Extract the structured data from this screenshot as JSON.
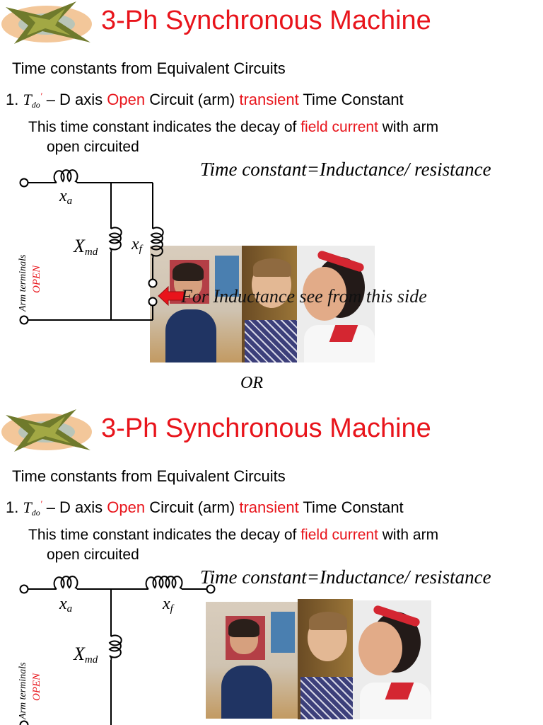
{
  "slides": [
    {
      "title": "3-Ph Synchronous Machine",
      "subtitle": "Time constants from Equivalent Circuits",
      "item": {
        "number": "1.",
        "symbol": "T",
        "symbol_sub": "do",
        "symbol_prime": "′",
        "dash_text": " – D axis ",
        "open": "Open",
        "mid": " Circuit (arm) ",
        "transient": "transient",
        "end": " Time Constant"
      },
      "description": {
        "pre": "This time constant indicates the decay of ",
        "highlight": "field current",
        "post": " with arm",
        "line2": "open circuited"
      },
      "formula": "Time constant=Inductance/ resistance",
      "labels": {
        "xa_main": "x",
        "xa_sub": "a",
        "xmd_main": "X",
        "xmd_sub": "md",
        "xf_main": "x",
        "xf_sub": "f"
      },
      "arm_terminals": "Arm terminals",
      "open_label": "OPEN",
      "arrow_text": "For Inductance see from this side",
      "or": "OR"
    },
    {
      "title": "3-Ph Synchronous Machine",
      "subtitle": "Time constants from Equivalent Circuits",
      "item": {
        "number": "1.",
        "symbol": "T",
        "symbol_sub": "do",
        "symbol_prime": "′",
        "dash_text": " – D axis ",
        "open": "Open",
        "mid": " Circuit (arm) ",
        "transient": "transient",
        "end": " Time Constant"
      },
      "description": {
        "pre": "This time constant indicates the decay of ",
        "highlight": "field current",
        "post": " with arm",
        "line2": "open circuited"
      },
      "formula": "Time constant=Inductance/ resistance",
      "labels": {
        "xa_main": "x",
        "xa_sub": "a",
        "xmd_main": "X",
        "xmd_sub": "md",
        "xf_main": "x",
        "xf_sub": "f"
      },
      "arm_terminals": "Arm terminals",
      "open_label": "OPEN"
    }
  ],
  "colors": {
    "accent": "#e8141b",
    "text": "#000000"
  },
  "icons": {
    "logo": "olive-star-logo-icon",
    "arrow": "red-left-arrow-icon"
  }
}
